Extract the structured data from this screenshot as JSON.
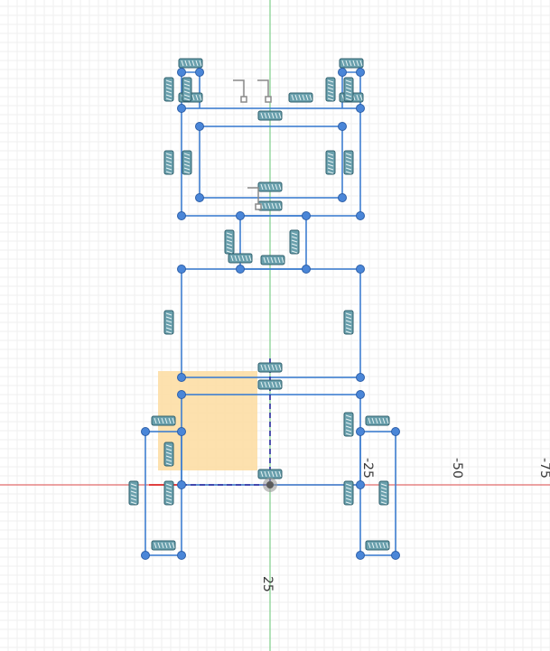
{
  "colors": {
    "background": "#ffffff",
    "grid_minor": "#ececec",
    "grid_major": "#d6d6d6",
    "axis_x": "#e06b6b",
    "axis_y": "#7fcf8a",
    "sketch_line": "#3f7fd0",
    "sketch_point": "#4a86d8",
    "constraint_icon": "#5a9aa8",
    "dimension_arrow": "#2a2aa0",
    "selection_fill": "#fddca0"
  },
  "axis_labels": {
    "x_ticks": [
      "-25",
      "-50",
      "-75"
    ],
    "y_ticks": [
      "25"
    ]
  },
  "icons": {
    "constraint": "horizontal-vertical-constraint-icon",
    "coincident": "coincident-constraint-icon",
    "dimension": "dimension-arrow-icon"
  }
}
